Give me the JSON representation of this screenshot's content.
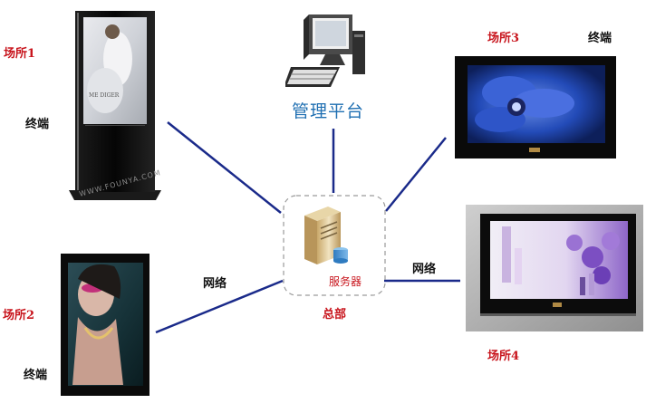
{
  "labels": {
    "site1": "场所1",
    "site2": "场所2",
    "site3": "场所3",
    "site4": "场所4",
    "terminal1": "终端",
    "terminal2": "终端",
    "terminal3": "终端",
    "network_left": "网络",
    "network_right": "网络",
    "management_platform": "管理平台",
    "server": "服务器",
    "headquarters": "总部",
    "screen_text_1": "ME DIGER",
    "watermark": "WWW.FOUNYA.COM"
  },
  "colors": {
    "link_line": "#1a2a8a",
    "site_label": "#c8151d",
    "management_text": "#1f6fb2"
  }
}
